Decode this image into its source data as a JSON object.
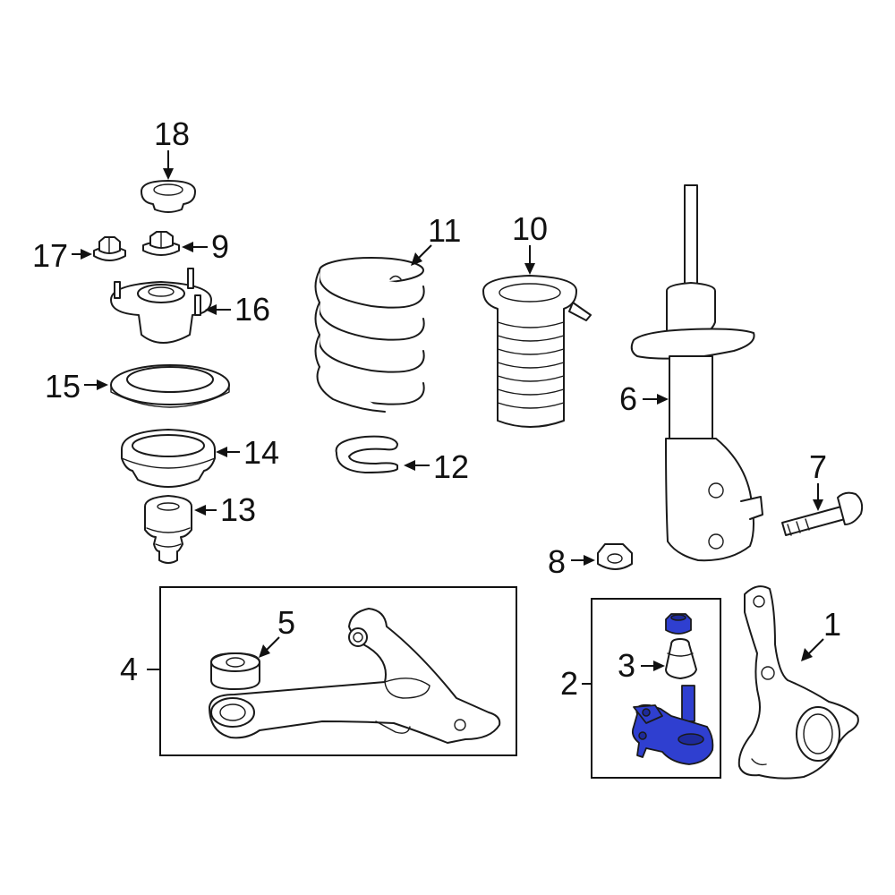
{
  "diagram": {
    "callouts": {
      "c1": "1",
      "c2": "2",
      "c3": "3",
      "c4": "4",
      "c5": "5",
      "c6": "6",
      "c7": "7",
      "c8": "8",
      "c9": "9",
      "c10": "10",
      "c11": "11",
      "c12": "12",
      "c13": "13",
      "c14": "14",
      "c15": "15",
      "c16": "16",
      "c17": "17",
      "c18": "18"
    },
    "colors": {
      "highlight": "#2f3fd0",
      "line": "#1a1a1a",
      "background": "#ffffff"
    }
  }
}
